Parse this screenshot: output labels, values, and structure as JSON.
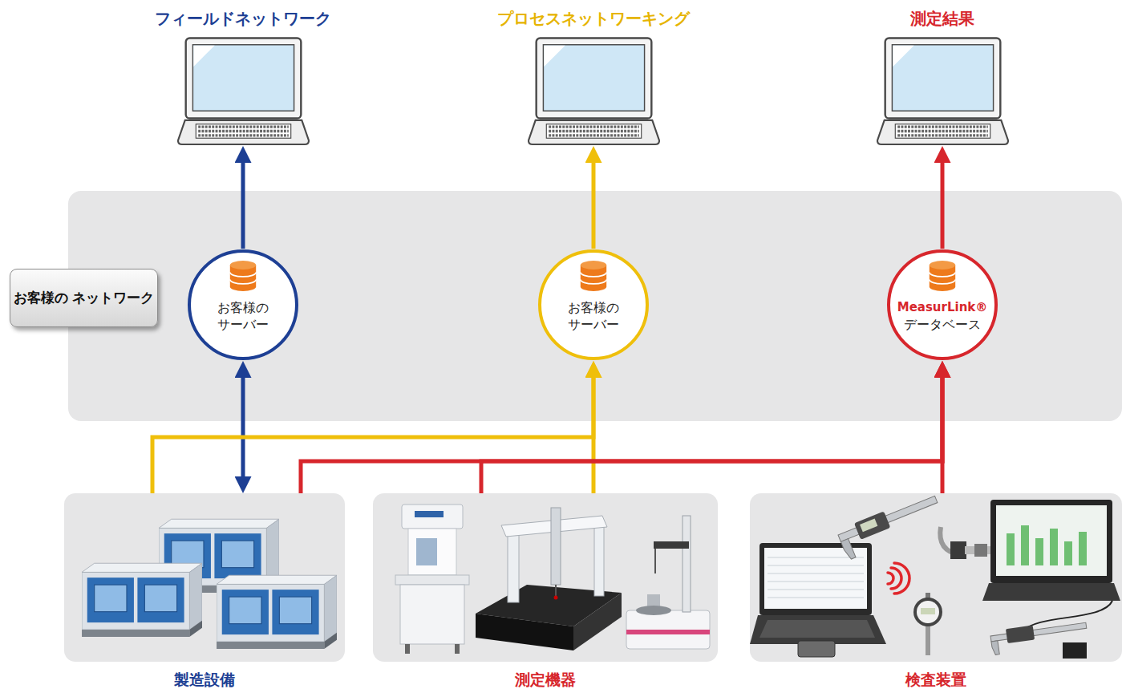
{
  "diagram": {
    "nodes": [
      {
        "text": [
          "フィールドネットワーク"
        ]
      },
      {
        "text": [
          "プロセスネットワーキング"
        ]
      },
      {
        "text": [
          "測定結果"
        ]
      },
      {
        "text": [
          "お客様の ネットワーク"
        ]
      },
      {
        "text": [
          "お客様の サーバー"
        ],
        "in": 3
      },
      {
        "text": [
          "お客様の サーバー"
        ],
        "in": 3
      },
      {
        "text": [
          "MeasurLink®",
          "データベース"
        ],
        "in": 3
      },
      {
        "text": [
          "製造設備"
        ]
      },
      {
        "text": [
          "測定機器"
        ]
      },
      {
        "text": [
          "検査装置"
        ]
      }
    ],
    "edges": [
      {
        "from": 4,
        "to": 0,
        "arrow": "to"
      },
      {
        "from": 5,
        "to": 1,
        "arrow": "to"
      },
      {
        "from": 6,
        "to": 2,
        "arrow": "to"
      },
      {
        "from": 7,
        "to": 4,
        "arrow": "both"
      },
      {
        "from": 7,
        "to": 5,
        "arrow": "to"
      },
      {
        "from": 8,
        "to": 5,
        "arrow": "to"
      },
      {
        "from": 7,
        "to": 6,
        "arrow": "to"
      },
      {
        "from": 8,
        "to": 6,
        "arrow": "to"
      },
      {
        "from": 9,
        "to": 6,
        "arrow": "to"
      }
    ]
  }
}
